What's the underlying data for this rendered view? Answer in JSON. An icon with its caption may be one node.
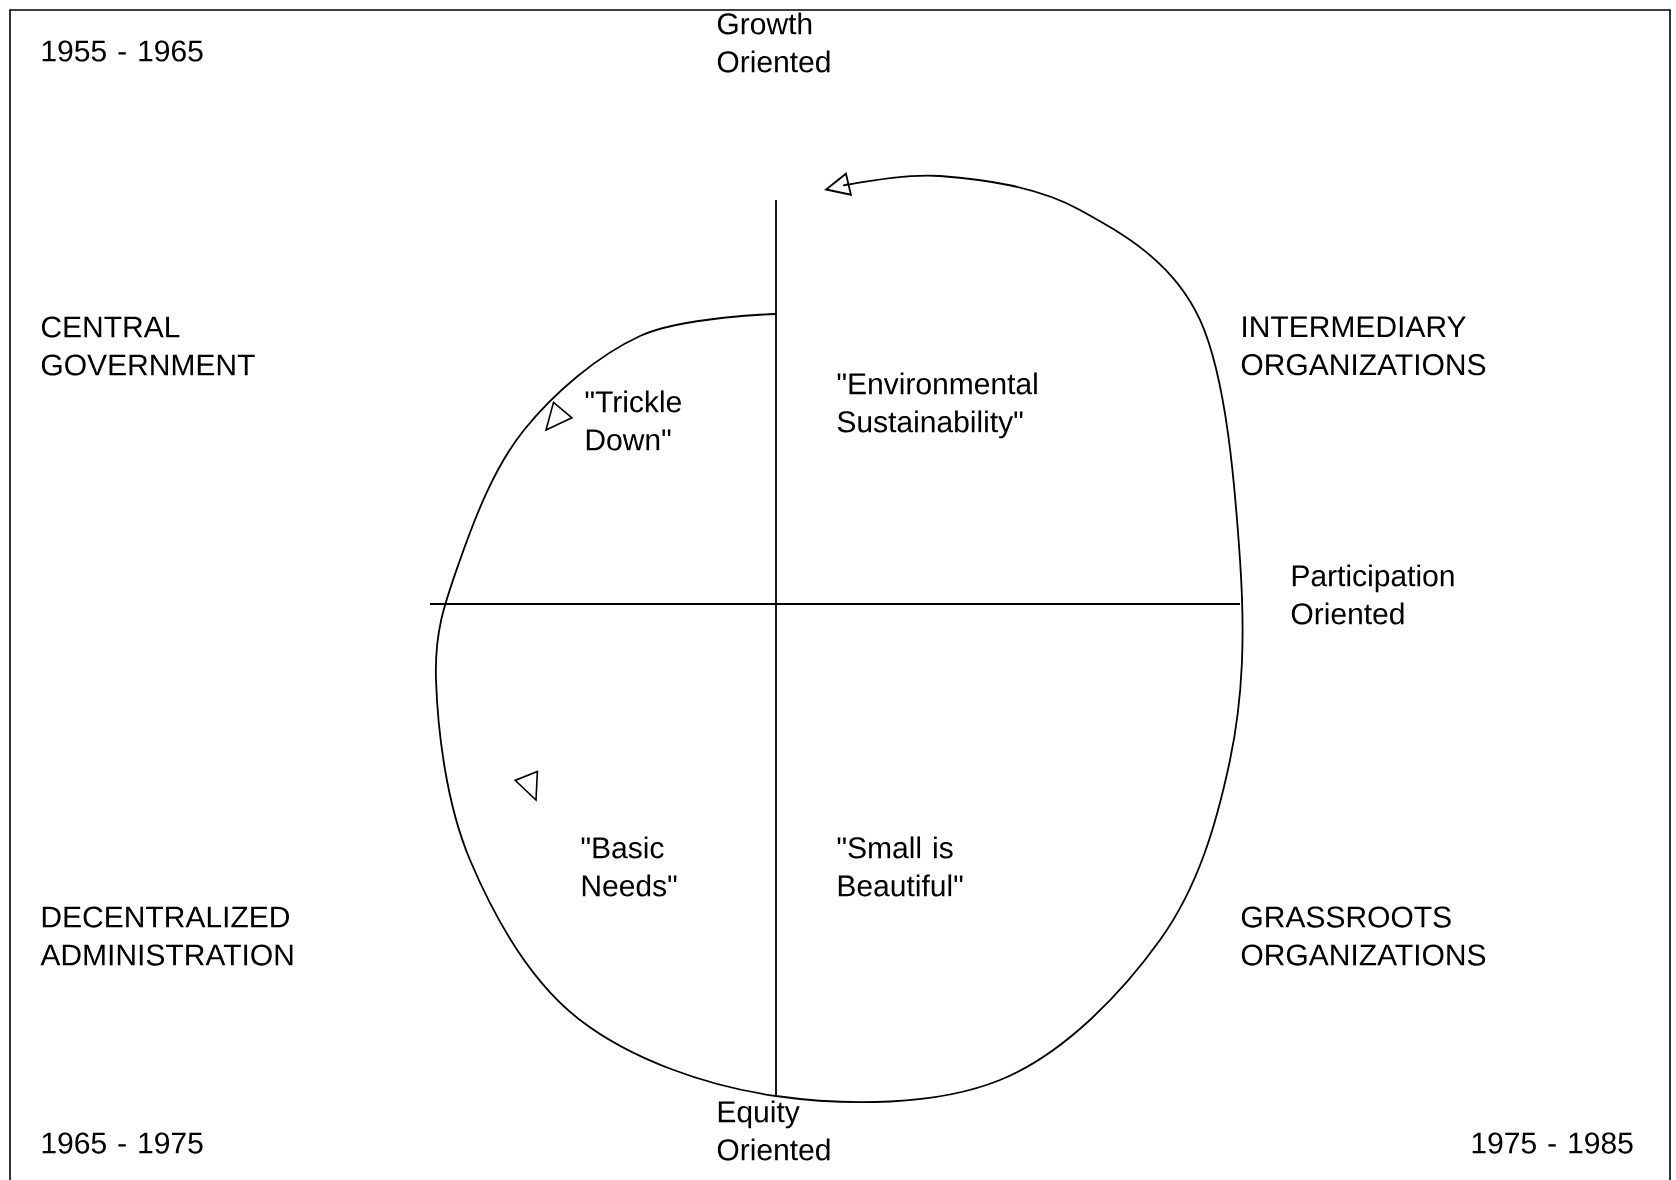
{
  "diagram": {
    "labels": [
      "Growth Oriented",
      "1955 - 1965",
      "CENTRAL GOVERNMENT",
      "INTERMEDIARY ORGANIZATIONS",
      "\"Trickle Down\"",
      "\"Environmental Sustainability\"",
      "Participation Oriented",
      "\"Basic Needs\"",
      "\"Small is Beautiful\"",
      "DECENTRALIZED ADMINISTRATION",
      "GRASSROOTS ORGANIZATIONS",
      "Equity Oriented",
      "1965 - 1975",
      "1975 - 1985"
    ]
  }
}
